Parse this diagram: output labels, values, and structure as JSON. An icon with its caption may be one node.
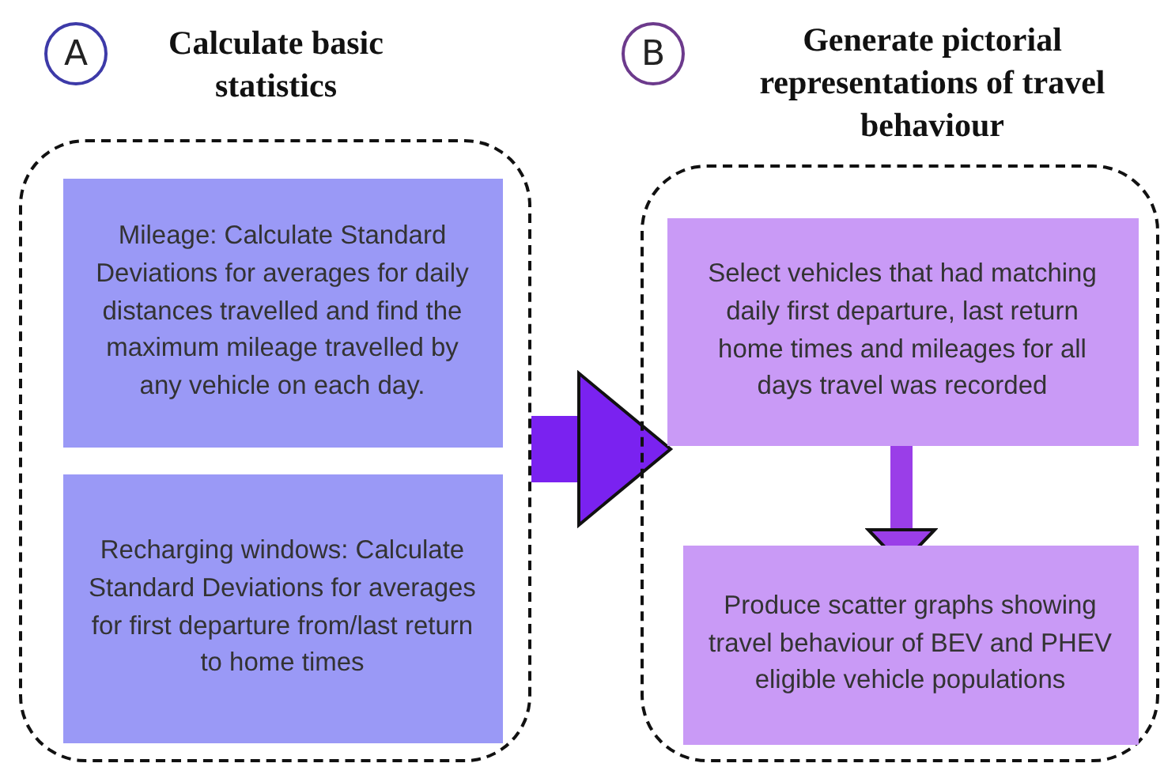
{
  "diagram": {
    "nodes": [
      {
        "text": [
          "A"
        ]
      },
      {
        "text": [
          "Calculate basic statistics"
        ]
      },
      {
        "text": [
          "Mileage: Calculate Standard Deviations for averages for daily distances travelled and find the maximum mileage travelled by any vehicle on each day."
        ],
        "in": 1
      },
      {
        "text": [
          "Recharging windows: Calculate Standard Deviations for averages for first departure from/last return to home times"
        ],
        "in": 1
      },
      {
        "text": [
          "B"
        ]
      },
      {
        "text": [
          "Generate pictorial representations of travel behaviour"
        ]
      },
      {
        "text": [
          "Select vehicles that had matching daily first departure, last return home times and mileages for all days travel was recorded"
        ],
        "in": 5
      },
      {
        "text": [
          "Produce scatter graphs showing travel behaviour of BEV and PHEV eligible vehicle populations"
        ],
        "in": 5
      }
    ],
    "edges": [
      {
        "from": 1,
        "to": 6,
        "arrow": "to",
        "style": "thick",
        "color": "#7a22f0"
      },
      {
        "from": 6,
        "to": 7,
        "arrow": "to",
        "color": "#9a3ee8"
      }
    ]
  }
}
